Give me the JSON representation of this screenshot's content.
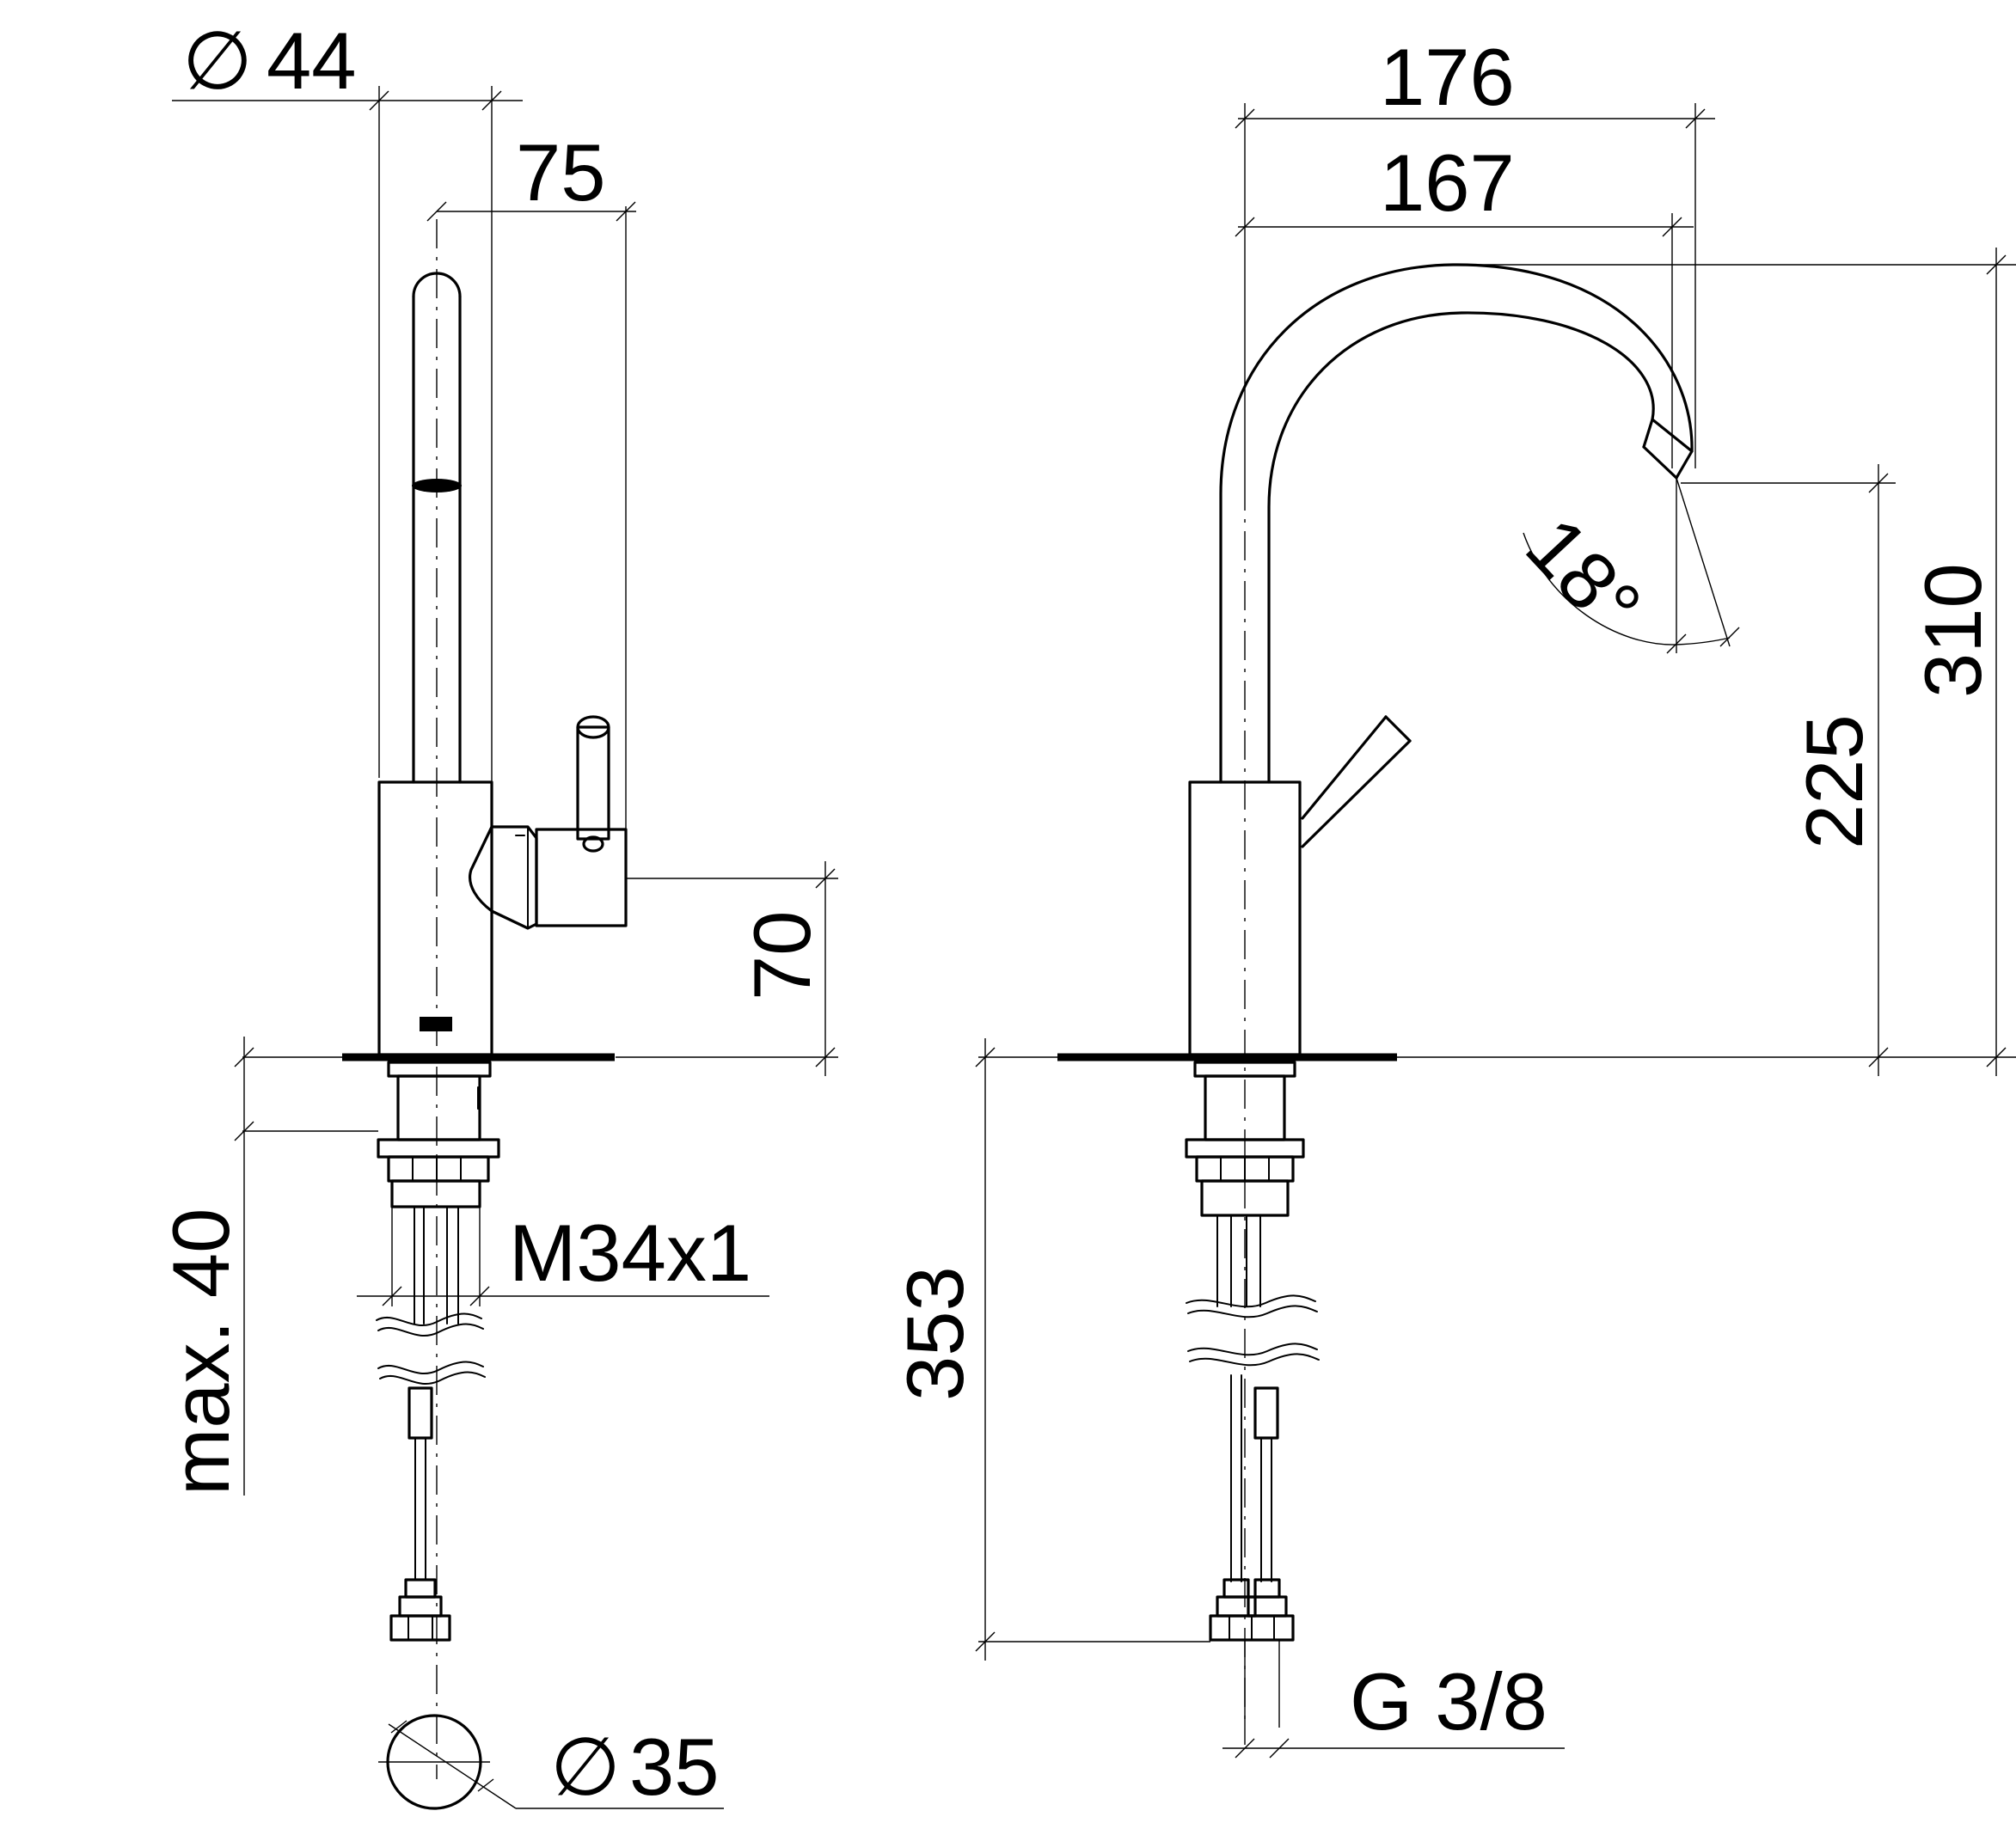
{
  "side_view": {
    "dia_top": {
      "symbol": "∅",
      "value": "44"
    },
    "dim_75": "75",
    "dim_70": "70",
    "dim_max40": "max. 40",
    "thread": "M34x1",
    "dia_bottom": {
      "symbol": "∅",
      "value": "35"
    }
  },
  "front_view": {
    "dim_176": "176",
    "dim_167": "167",
    "angle": "18°",
    "dim_225": "225",
    "dim_310": "310",
    "dim_353": "353",
    "connection": "G 3/8"
  }
}
